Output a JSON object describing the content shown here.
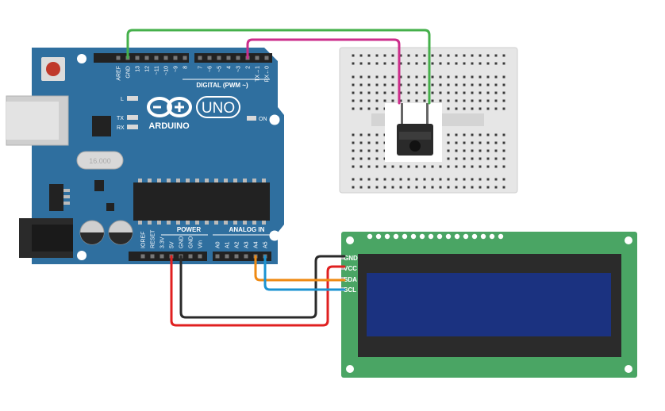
{
  "arduino": {
    "logo_text": "ARDUINO",
    "model": "UNO",
    "digital_label": "DIGITAL (PWM ~)",
    "top_pins": [
      "AREF",
      "GND",
      "13",
      "12",
      "~11",
      "~10",
      "~9",
      "8",
      "7",
      "~6",
      "~5",
      "4",
      "~3",
      "2",
      "TX→1",
      "RX←0"
    ],
    "power_label": "POWER",
    "analog_label": "ANALOG IN",
    "power_pins": [
      "IOREF",
      "RESET",
      "3.3V",
      "5V",
      "GND",
      "GND",
      "Vin"
    ],
    "analog_pins": [
      "A0",
      "A1",
      "A2",
      "A3",
      "A4",
      "A5"
    ],
    "led_l": "L",
    "led_tx": "TX",
    "led_rx": "RX",
    "led_on": "ON",
    "crystal_text": "16.000"
  },
  "lcd": {
    "pins": [
      "GND",
      "VCC",
      "SDA",
      "SCL"
    ]
  },
  "colors": {
    "board": "#2f6f9f",
    "lcd_board": "#4aa564",
    "lcd_screen": "#1b3280",
    "wire_green": "#45b04b",
    "wire_magenta": "#cc2d8b",
    "wire_orange": "#ef8a13",
    "wire_blue": "#1b93d2",
    "wire_red": "#e02020",
    "wire_black": "#2a2a2a",
    "breadboard": "#e7e7e7"
  }
}
